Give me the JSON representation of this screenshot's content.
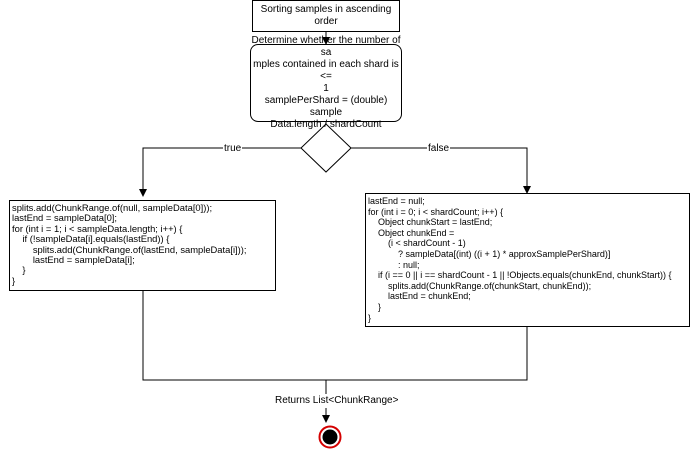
{
  "nodes": {
    "sort": {
      "text": "Sorting samples in ascending order"
    },
    "determine": {
      "lines": [
        "Determine whether the number of sa",
        "mples contained in each shard is <=",
        "1",
        "samplePerShard = (double) sample",
        "Data.length / shardCount"
      ]
    },
    "true_branch": {
      "lines": [
        "splits.add(ChunkRange.of(null, sampleData[0]));",
        "lastEnd = sampleData[0];",
        "for (int i = 1; i < sampleData.length; i++) {",
        "    if (!sampleData[i].equals(lastEnd)) {",
        "        splits.add(ChunkRange.of(lastEnd, sampleData[i]));",
        "        lastEnd = sampleData[i];",
        "    }",
        "}"
      ]
    },
    "false_branch": {
      "lines": [
        "lastEnd = null;",
        "for (int i = 0; i < shardCount; i++) {",
        "    Object chunkStart = lastEnd;",
        "    Object chunkEnd =",
        "        (i < shardCount - 1)",
        "            ? sampleData[(int) ((i + 1) * approxSamplePerShard)]",
        "            : null;",
        "    if (i == 0 || i == shardCount - 1 || !Objects.equals(chunkEnd, chunkStart)) {",
        "        splits.add(ChunkRange.of(chunkStart, chunkEnd));",
        "        lastEnd = chunkEnd;",
        "    }",
        "}"
      ]
    }
  },
  "edges": {
    "true_label": "true",
    "false_label": "false",
    "returns_label": "Returns List<ChunkRange>"
  },
  "colors": {
    "stroke": "#000000",
    "end_ring": "#d40000",
    "end_fill": "#000000"
  }
}
